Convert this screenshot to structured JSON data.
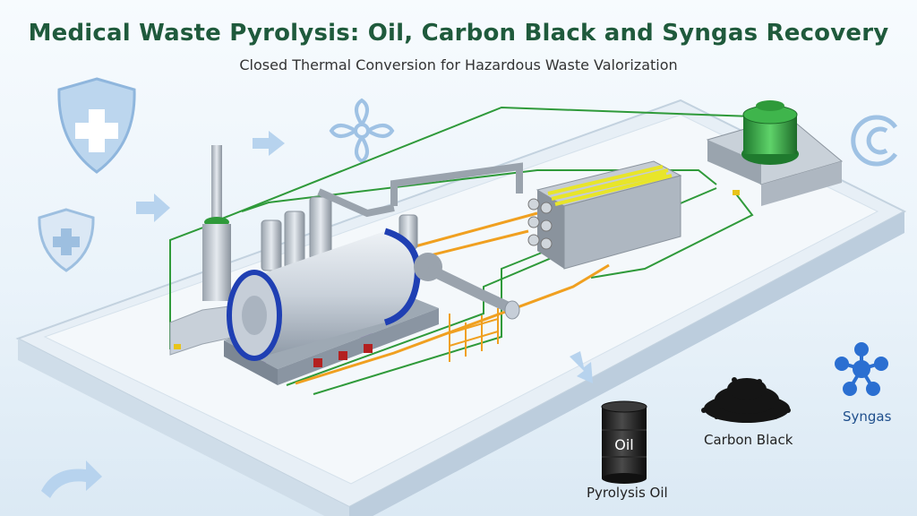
{
  "header": {
    "title": "Medical Waste Pyrolysis: Oil, Carbon Black and Syngas Recovery",
    "subtitle": "Closed Thermal Conversion for Hazardous Waste Valorization"
  },
  "products": {
    "oil_drum_text": "Oil",
    "oil_label": "Pyrolysis Oil",
    "carbon_black_label": "Carbon Black",
    "syngas_label": "Syngas"
  },
  "colors": {
    "title": "#1f5a3c",
    "reactor_band": "#1f3fb3",
    "pipe_green": "#2f9a3a",
    "pipe_orange": "#f0a020",
    "pipe_purple": "#8a3fc8",
    "syngas_blue": "#2b6fd1"
  },
  "icons": [
    "shield-plus-icon",
    "arrow-right-icon",
    "fan-icon",
    "recycle-icon",
    "syngas-molecule-icon"
  ]
}
